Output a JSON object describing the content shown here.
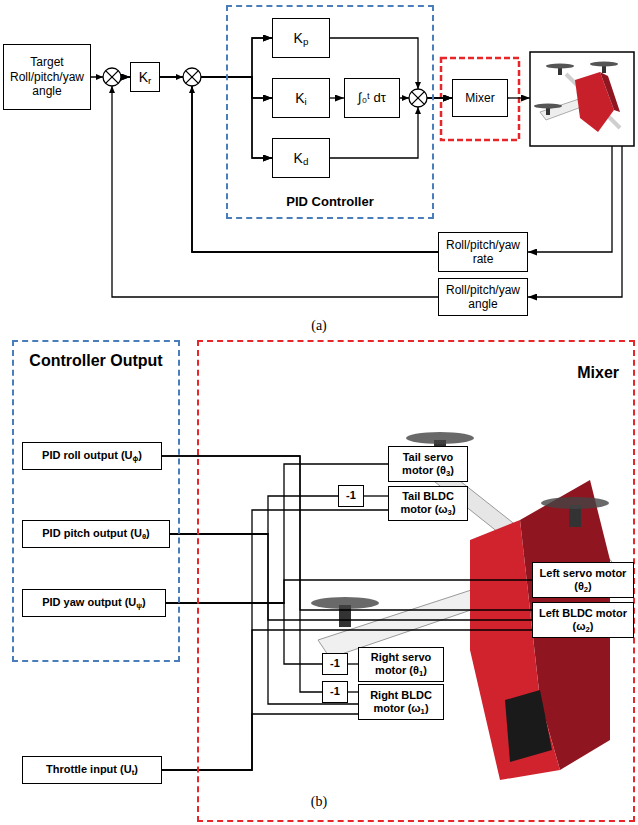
{
  "diagram": {
    "nodes": [
      {
        "text": [
          "Target Roll/pitch/yaw angle"
        ]
      },
      {
        "text": [
          "Kr"
        ]
      },
      {
        "text": [
          "PID Controller"
        ]
      },
      {
        "text": [
          "Kp"
        ],
        "in": 2
      },
      {
        "text": [
          "Ki"
        ],
        "in": 2
      },
      {
        "text": [
          "∫₀ᵗ dτ"
        ],
        "in": 2
      },
      {
        "text": [
          "Kd"
        ],
        "in": 2
      },
      {
        "text": [
          "Mixer"
        ]
      },
      {
        "text": [
          "Roll/pitch/yaw rate"
        ]
      },
      {
        "text": [
          "Roll/pitch/yaw angle"
        ]
      },
      {
        "text": [
          "Controller Output"
        ]
      },
      {
        "text": [
          "PID roll output (Uϕ)"
        ],
        "in": 10
      },
      {
        "text": [
          "PID pitch output (Uθ)"
        ],
        "in": 10
      },
      {
        "text": [
          "PID yaw output (Uψ)"
        ],
        "in": 10
      },
      {
        "text": [
          "Throttle input (Ut)"
        ]
      },
      {
        "text": [
          "Mixer"
        ]
      },
      {
        "text": [
          "Tail servo motor (θ3)"
        ],
        "in": 15
      },
      {
        "text": [
          "-1"
        ],
        "in": 15
      },
      {
        "text": [
          "Tail BLDC motor (ω3)"
        ],
        "in": 15
      },
      {
        "text": [
          "Left servo motor (θ2)"
        ],
        "in": 15
      },
      {
        "text": [
          "Left BLDC motor (ω2)"
        ],
        "in": 15
      },
      {
        "text": [
          "-1"
        ],
        "in": 15
      },
      {
        "text": [
          "Right servo motor (θ1)"
        ],
        "in": 15
      },
      {
        "text": [
          "-1"
        ],
        "in": 15
      },
      {
        "text": [
          "Right BLDC motor (ω1)"
        ],
        "in": 15
      }
    ],
    "edges": [
      {
        "from": 0,
        "to": 1,
        "arrow": "to"
      },
      {
        "from": 1,
        "to": 3,
        "arrow": "to"
      },
      {
        "from": 1,
        "to": 4,
        "arrow": "to"
      },
      {
        "from": 1,
        "to": 6,
        "arrow": "to"
      },
      {
        "from": 4,
        "to": 5,
        "arrow": "to"
      },
      {
        "from": 3,
        "to": 7,
        "arrow": "to"
      },
      {
        "from": 5,
        "to": 7,
        "arrow": "to"
      },
      {
        "from": 6,
        "to": 7,
        "arrow": "to"
      },
      {
        "from": 8,
        "to": 3,
        "arrow": "to"
      },
      {
        "from": 8,
        "to": 4,
        "arrow": "to"
      },
      {
        "from": 8,
        "to": 6,
        "arrow": "to"
      },
      {
        "from": 9,
        "to": 1,
        "arrow": "to"
      },
      {
        "from": 11,
        "to": 20,
        "arrow": "none"
      },
      {
        "from": 11,
        "to": 23,
        "arrow": "none"
      },
      {
        "from": 23,
        "to": 24,
        "arrow": "none"
      },
      {
        "from": 12,
        "to": 17,
        "arrow": "none"
      },
      {
        "from": 17,
        "to": 18,
        "arrow": "none"
      },
      {
        "from": 12,
        "to": 20,
        "arrow": "none"
      },
      {
        "from": 12,
        "to": 24,
        "arrow": "none"
      },
      {
        "from": 13,
        "to": 16,
        "arrow": "none"
      },
      {
        "from": 13,
        "to": 19,
        "arrow": "none"
      },
      {
        "from": 13,
        "to": 21,
        "arrow": "none"
      },
      {
        "from": 21,
        "to": 22,
        "arrow": "none"
      },
      {
        "from": 14,
        "to": 18,
        "arrow": "none"
      },
      {
        "from": 14,
        "to": 20,
        "arrow": "none"
      },
      {
        "from": 14,
        "to": 24,
        "arrow": "none"
      }
    ],
    "labels": [
      "(a)",
      "(b)"
    ]
  }
}
